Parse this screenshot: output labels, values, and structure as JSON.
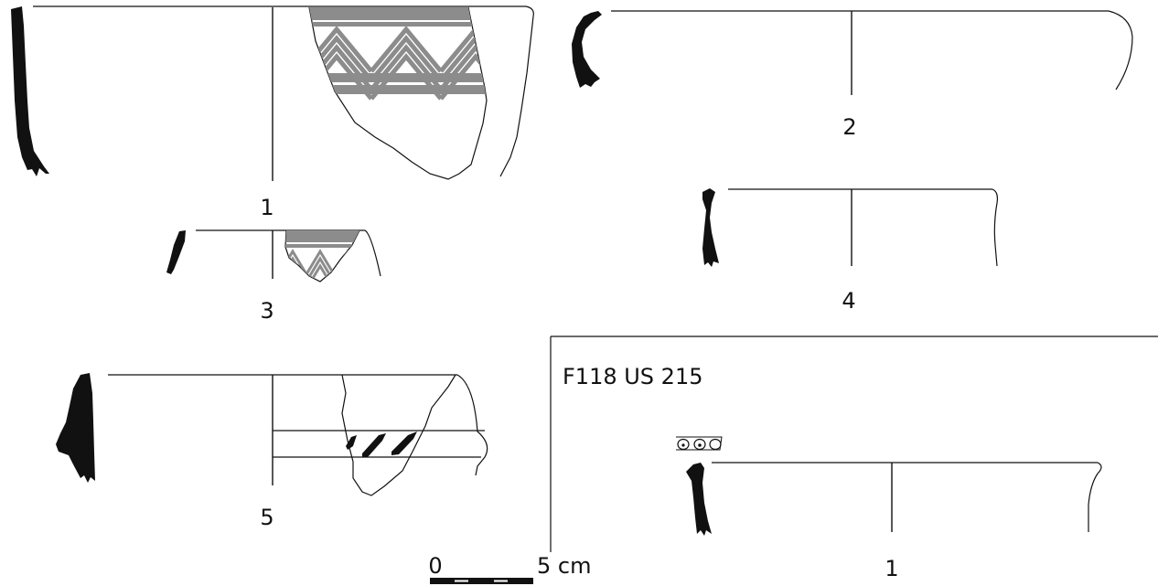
{
  "figure": {
    "item_numbers": [
      "1",
      "2",
      "3",
      "4",
      "5"
    ],
    "section": {
      "label": "F118 US 215",
      "item_number": "1"
    },
    "scale": {
      "start": "0",
      "end": "5 cm"
    }
  }
}
